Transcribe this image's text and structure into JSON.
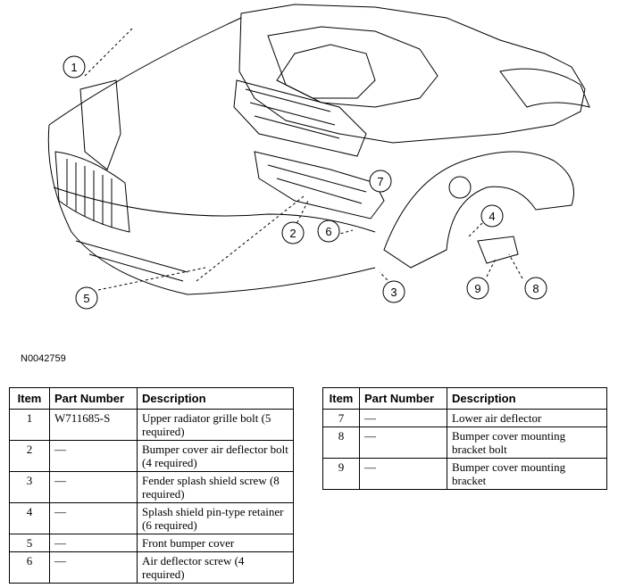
{
  "callouts": [
    "1",
    "2",
    "3",
    "4",
    "5",
    "6",
    "7",
    "8",
    "9"
  ],
  "figure_code": "N0042759",
  "table_headers": {
    "item": "Item",
    "part_number": "Part Number",
    "description": "Description"
  },
  "table_left": [
    {
      "item": "1",
      "part_number": "W711685-S",
      "description": "Upper radiator grille bolt (5 required)"
    },
    {
      "item": "2",
      "part_number": "—",
      "description": "Bumper cover air deflector bolt (4 required)"
    },
    {
      "item": "3",
      "part_number": "—",
      "description": "Fender splash shield screw (8 required)"
    },
    {
      "item": "4",
      "part_number": "—",
      "description": "Splash shield pin-type retainer (6 required)"
    },
    {
      "item": "5",
      "part_number": "—",
      "description": "Front bumper cover"
    },
    {
      "item": "6",
      "part_number": "—",
      "description": "Air deflector screw (4 required)"
    }
  ],
  "table_right": [
    {
      "item": "7",
      "part_number": "—",
      "description": "Lower air deflector"
    },
    {
      "item": "8",
      "part_number": "—",
      "description": "Bumper cover mounting bracket bolt"
    },
    {
      "item": "9",
      "part_number": "—",
      "description": "Bumper cover mounting bracket"
    }
  ]
}
